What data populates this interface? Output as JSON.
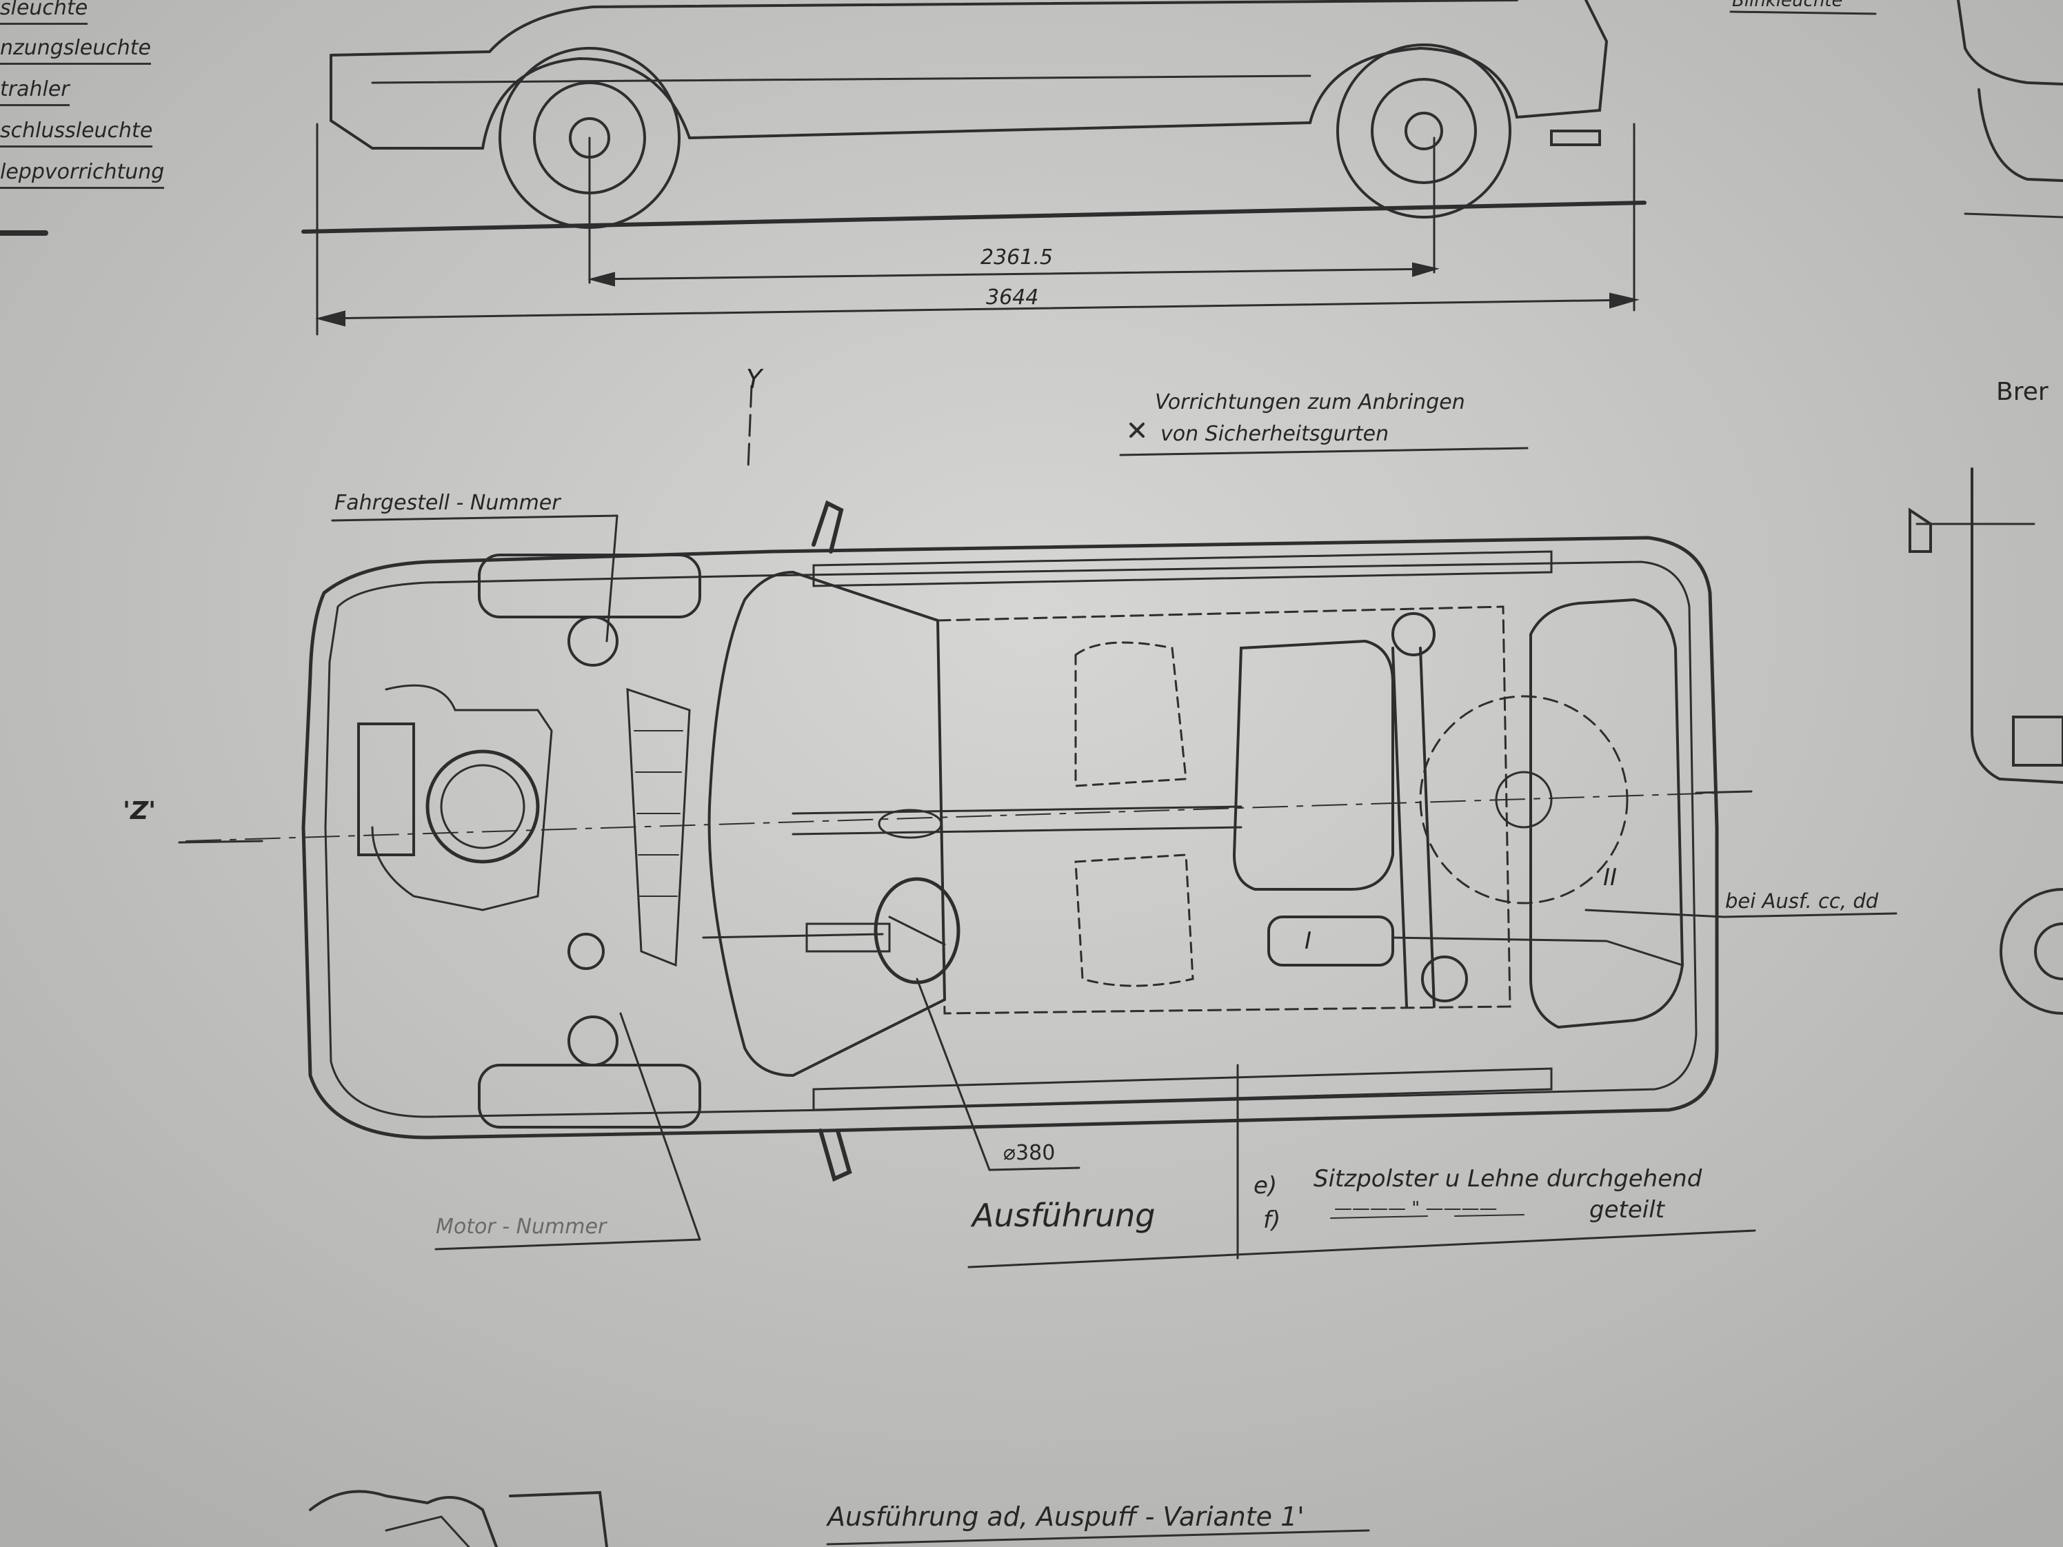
{
  "legend": [
    "sleuchte",
    "nzungsleuchte",
    "trahler",
    "schlussleuchte",
    "leppvorrichtung"
  ],
  "right_labels": {
    "blinker": "Blinkleuchte",
    "brems": "Brer"
  },
  "dimensions": {
    "wheelbase": "2361.5",
    "length": "3644",
    "wheel_diameter": "⌀380"
  },
  "view_markers": {
    "y": "Y",
    "z": "'Z'"
  },
  "notes": {
    "belt_mount_line1": "Vorrichtungen zum Anbringen",
    "belt_mount_line2": "von Sicherheitsgurten",
    "chassis_number": "Fahrgestell - Nummer",
    "engine_number": "Motor - Nummer",
    "variant_cc_dd": "bei Ausf. cc, dd"
  },
  "parts": {
    "tank_mark": "I",
    "muffler_mark": "II"
  },
  "variant": {
    "heading": "Ausführung",
    "e_label": "e)",
    "e_text": "Sitzpolster u Lehne durchgehend",
    "f_label": "f)",
    "f_text": "geteilt",
    "f_ditto": "———— \" ————"
  },
  "bottom": {
    "exhaust_variant": "Ausführung ad,  Auspuff - Variante 1'"
  },
  "colors": {
    "paper": "#c9c9c7",
    "ink": "#2a2a2a"
  }
}
